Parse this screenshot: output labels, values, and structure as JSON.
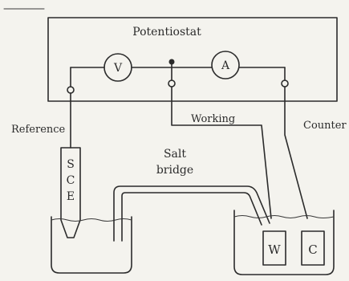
{
  "diagram": {
    "title": "Potentiostat",
    "voltmeter_symbol": "V",
    "ammeter_symbol": "A",
    "labels": {
      "reference": "Reference",
      "working": "Working",
      "counter": "Counter",
      "salt_bridge_line1": "Salt",
      "salt_bridge_line2": "bridge"
    },
    "sce_letters": [
      "S",
      "C",
      "E"
    ],
    "working_electrode_letter": "W",
    "counter_electrode_letter": "C"
  }
}
